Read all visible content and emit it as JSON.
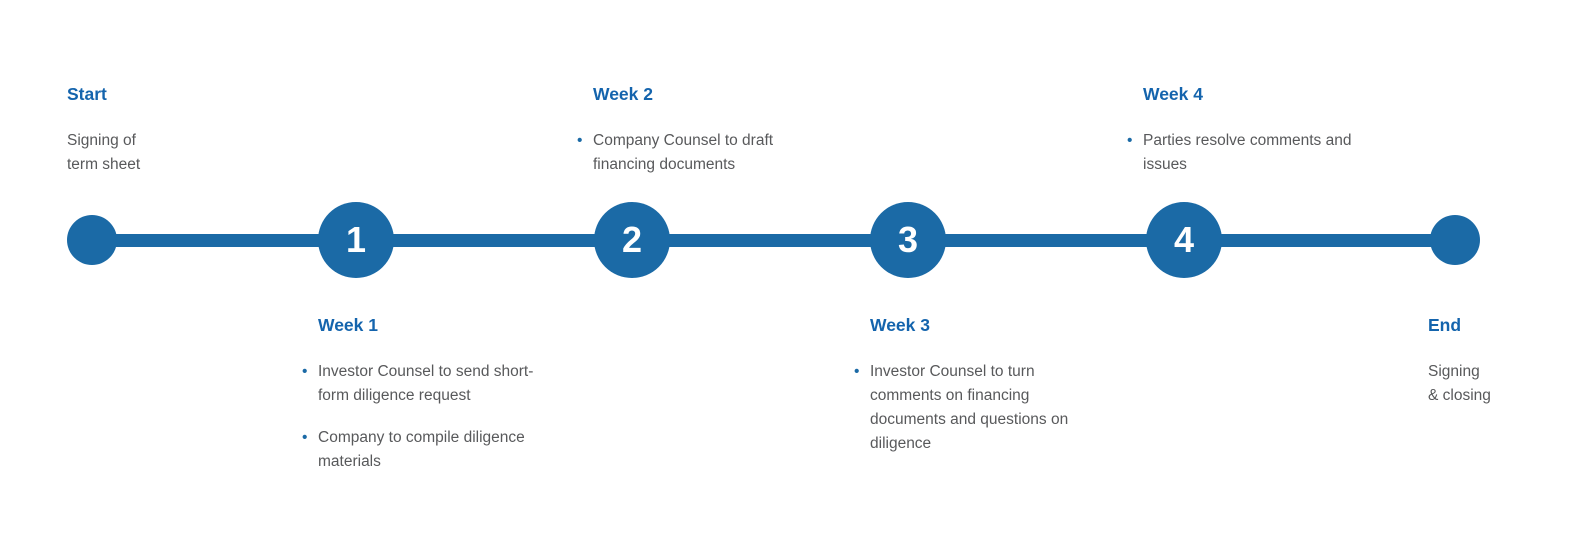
{
  "colors": {
    "accent": "#1B6AA6",
    "heading": "#1464AD",
    "body_text": "#58595B",
    "node_number": "#FFFFFF",
    "background": "#FFFFFF"
  },
  "timeline": {
    "nodes": [
      {
        "id": "start",
        "label": ""
      },
      {
        "id": "node-1",
        "label": "1"
      },
      {
        "id": "node-2",
        "label": "2"
      },
      {
        "id": "node-3",
        "label": "3"
      },
      {
        "id": "node-4",
        "label": "4"
      },
      {
        "id": "end",
        "label": ""
      }
    ]
  },
  "events": [
    {
      "id": "start",
      "title": "Start",
      "position": "top",
      "body": "Signing of\nterm sheet",
      "bullets": []
    },
    {
      "id": "week1",
      "title": "Week 1",
      "position": "bottom",
      "body": "",
      "bullets": [
        "Investor Counsel to send short-form diligence request",
        "Company to compile diligence materials"
      ]
    },
    {
      "id": "week2",
      "title": "Week 2",
      "position": "top",
      "body": "",
      "bullets": [
        "Company Counsel to draft financing documents"
      ]
    },
    {
      "id": "week3",
      "title": "Week 3",
      "position": "bottom",
      "body": "",
      "bullets": [
        "Investor Counsel to turn comments on financing documents and questions on diligence"
      ]
    },
    {
      "id": "week4",
      "title": "Week 4",
      "position": "top",
      "body": "",
      "bullets": [
        "Parties resolve comments and issues"
      ]
    },
    {
      "id": "end",
      "title": "End",
      "position": "bottom",
      "body": "Signing\n& closing",
      "bullets": []
    }
  ]
}
